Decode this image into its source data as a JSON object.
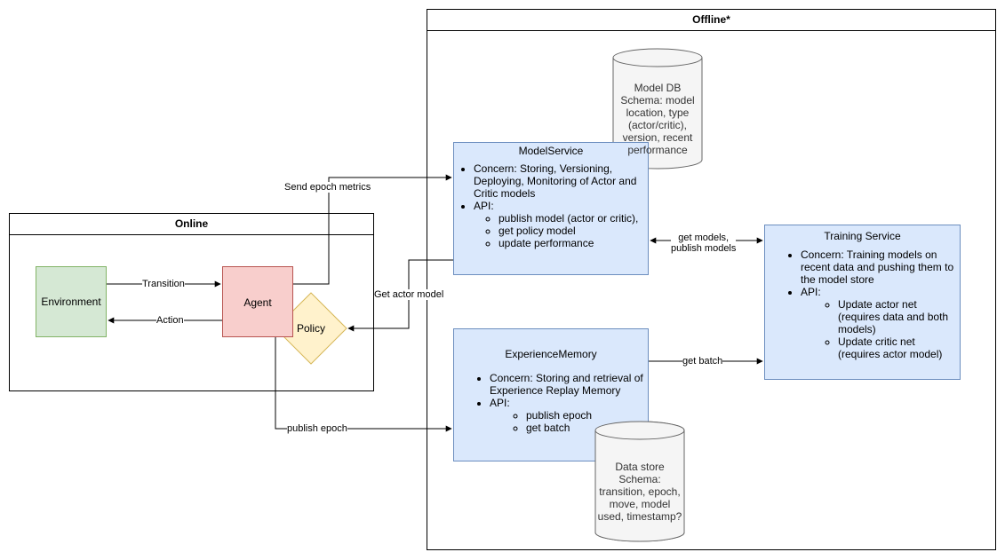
{
  "online": {
    "title": "Online"
  },
  "offline": {
    "title": "Offline*"
  },
  "nodes": {
    "environment": "Environment",
    "agent": "Agent",
    "policy": "Policy",
    "model_service": {
      "title": "ModelService",
      "items": [
        "Concern: Storing, Versioning, Deploying, Monitoring of Actor and Critic models",
        "API:"
      ],
      "api": [
        "publish model (actor or critic),",
        "get policy model",
        "update performance"
      ]
    },
    "experience_memory": {
      "title": "ExperienceMemory",
      "items": [
        "Concern: Storing and retrieval of Experience Replay Memory",
        "API:"
      ],
      "api": [
        "publish epoch",
        "get batch"
      ]
    },
    "training_service": {
      "title": "Training Service",
      "items": [
        "Concern: Training models on recent data and pushing them to the model store",
        "API:"
      ],
      "api": [
        "Update actor net (requires data and both models)",
        "Update critic net (requires actor model)"
      ]
    },
    "model_db": {
      "lines": [
        "Model DB",
        "Schema: model",
        "location, type",
        "(actor/critic),",
        "version, recent",
        "performance"
      ]
    },
    "data_store": {
      "lines": [
        "Data store",
        "Schema:",
        "transition, epoch,",
        "move, model",
        "used, timestamp?"
      ]
    }
  },
  "edges": {
    "transition": "Transition",
    "action": "Action",
    "send_epoch_metrics": "Send epoch metrics",
    "get_actor_model": "Get actor model",
    "get_models_line1": "get models,",
    "get_models_line2": "publish models",
    "get_batch": "get batch",
    "publish_epoch": "publish epoch"
  },
  "colors": {
    "env_fill": "#d5e8d4",
    "env_stroke": "#82b366",
    "agent_fill": "#f8cecc",
    "agent_stroke": "#b85450",
    "policy_fill": "#fff2cc",
    "policy_stroke": "#d6b656",
    "service_fill": "#dae8fc",
    "service_stroke": "#6c8ebf",
    "db_fill": "#f5f5f5",
    "db_stroke": "#666666"
  }
}
